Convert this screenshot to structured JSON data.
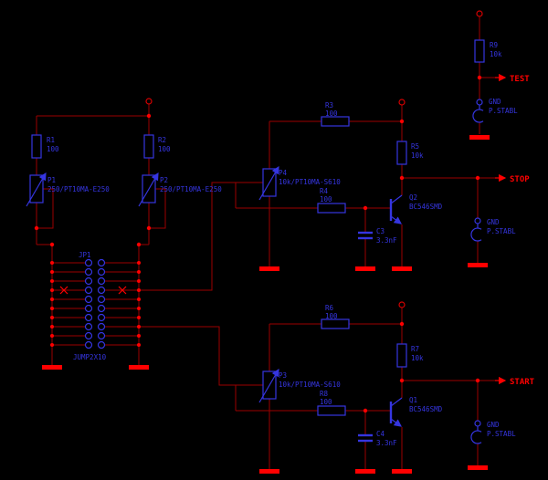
{
  "schematic": {
    "labels": {
      "test": "TEST",
      "stop": "STOP",
      "start": "START"
    },
    "connector": {
      "name": "JP1",
      "value": "JUMP2X10"
    },
    "power_pin": {
      "name": "GND",
      "value": "P.STABL"
    },
    "components": {
      "R9": {
        "name": "R9",
        "value": "10k"
      },
      "R1": {
        "name": "R1",
        "value": "100"
      },
      "R2": {
        "name": "R2",
        "value": "100"
      },
      "P1": {
        "name": "P1",
        "value": "250/PT10MA-E250"
      },
      "P2": {
        "name": "P2",
        "value": "250/PT10MA-E250"
      },
      "R3": {
        "name": "R3",
        "value": "100"
      },
      "R4": {
        "name": "R4",
        "value": "100"
      },
      "R5": {
        "name": "R5",
        "value": "10k"
      },
      "P4": {
        "name": "P4",
        "value": "10k/PT10MA-S610"
      },
      "C3": {
        "name": "C3",
        "value": "3.3nF"
      },
      "Q2": {
        "name": "Q2",
        "value": "BC546SMD"
      },
      "R6": {
        "name": "R6",
        "value": "100"
      },
      "R7": {
        "name": "R7",
        "value": "10k"
      },
      "R8": {
        "name": "R8",
        "value": "100"
      },
      "P3": {
        "name": "P3",
        "value": "10k/PT10MA-S610"
      },
      "C4": {
        "name": "C4",
        "value": "3.3nF"
      },
      "Q1": {
        "name": "Q1",
        "value": "BC546SMD"
      }
    }
  }
}
